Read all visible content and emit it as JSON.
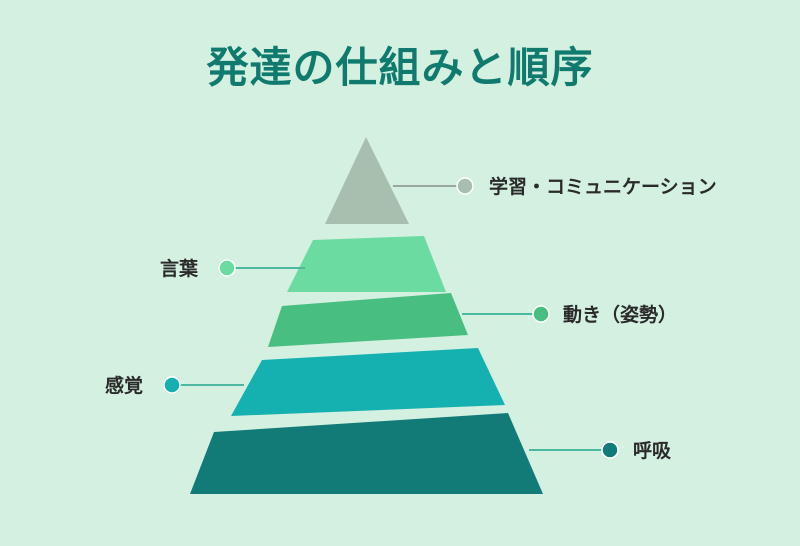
{
  "title": "発達の仕組みと順序",
  "levels": [
    {
      "label": "学習・コミュニケーション",
      "color": "#a8bfb0"
    },
    {
      "label": "言葉",
      "color": "#6bdba1"
    },
    {
      "label": "動き（姿勢）",
      "color": "#48be80"
    },
    {
      "label": "感覚",
      "color": "#15b1b0"
    },
    {
      "label": "呼吸",
      "color": "#137b77"
    }
  ],
  "connector_color": "#4bb89f",
  "top_connector_color": "#9aa6a0"
}
